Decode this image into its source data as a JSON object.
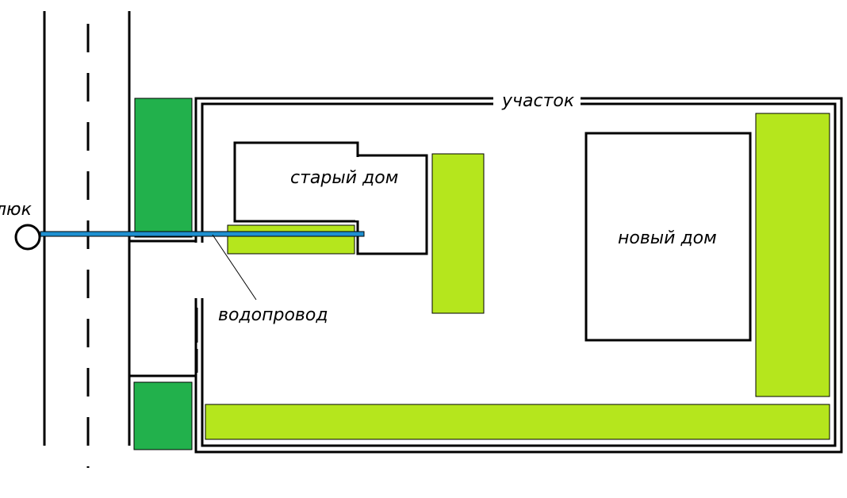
{
  "labels": {
    "plot": "участок",
    "old_house": "старый дом",
    "new_house": "новый дом",
    "water_pipe": "водопровод",
    "manhole": "люк"
  },
  "colors": {
    "background": "#ffffff",
    "outline": "#000000",
    "dark_green": "#22b14c",
    "light_green": "#b5e61d",
    "pipe_blue": "#1e90d0"
  }
}
